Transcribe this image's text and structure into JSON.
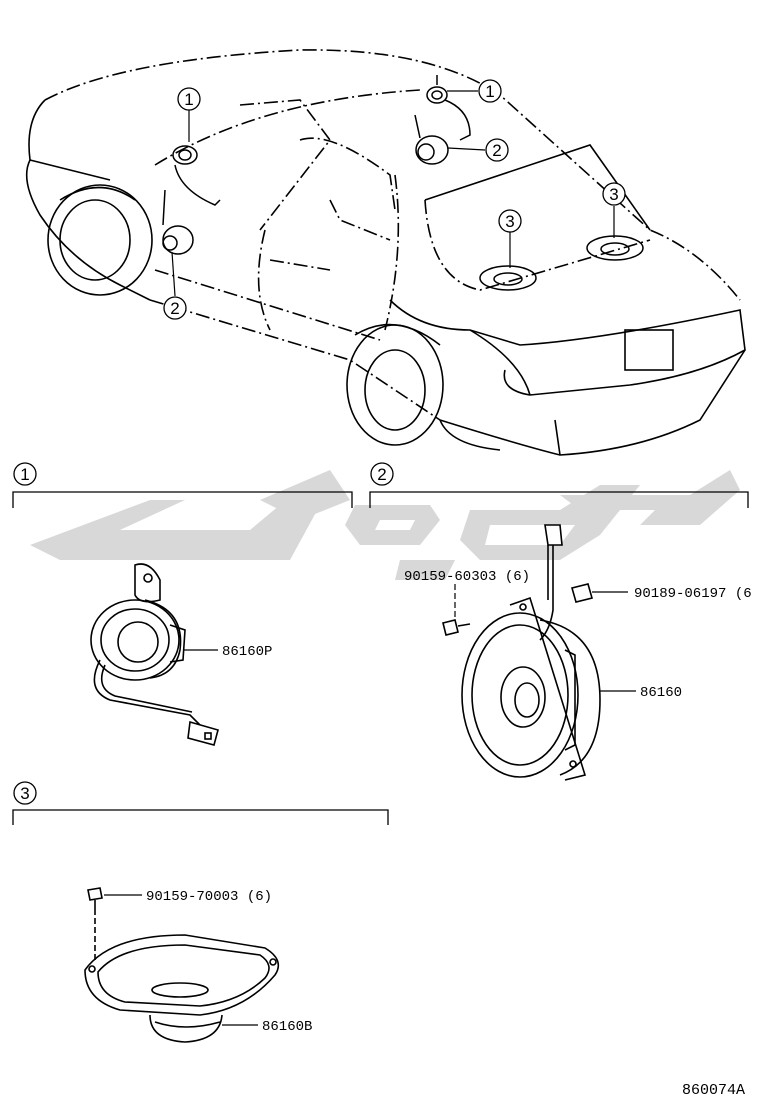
{
  "diagram": {
    "callouts": {
      "one": "1",
      "two": "2",
      "three": "3"
    },
    "sections": [
      {
        "number": "1"
      },
      {
        "number": "2"
      },
      {
        "number": "3"
      }
    ],
    "parts": {
      "front_tweeter": "86160P",
      "door_speaker": "86160",
      "door_screw": "90159-60303 (6)",
      "door_clip": "90189-06197 (6",
      "rear_screw": "90159-70003 (6)",
      "rear_speaker": "86160B"
    },
    "figure_code": "860074A",
    "watermark_color": "#d8d8d8"
  }
}
